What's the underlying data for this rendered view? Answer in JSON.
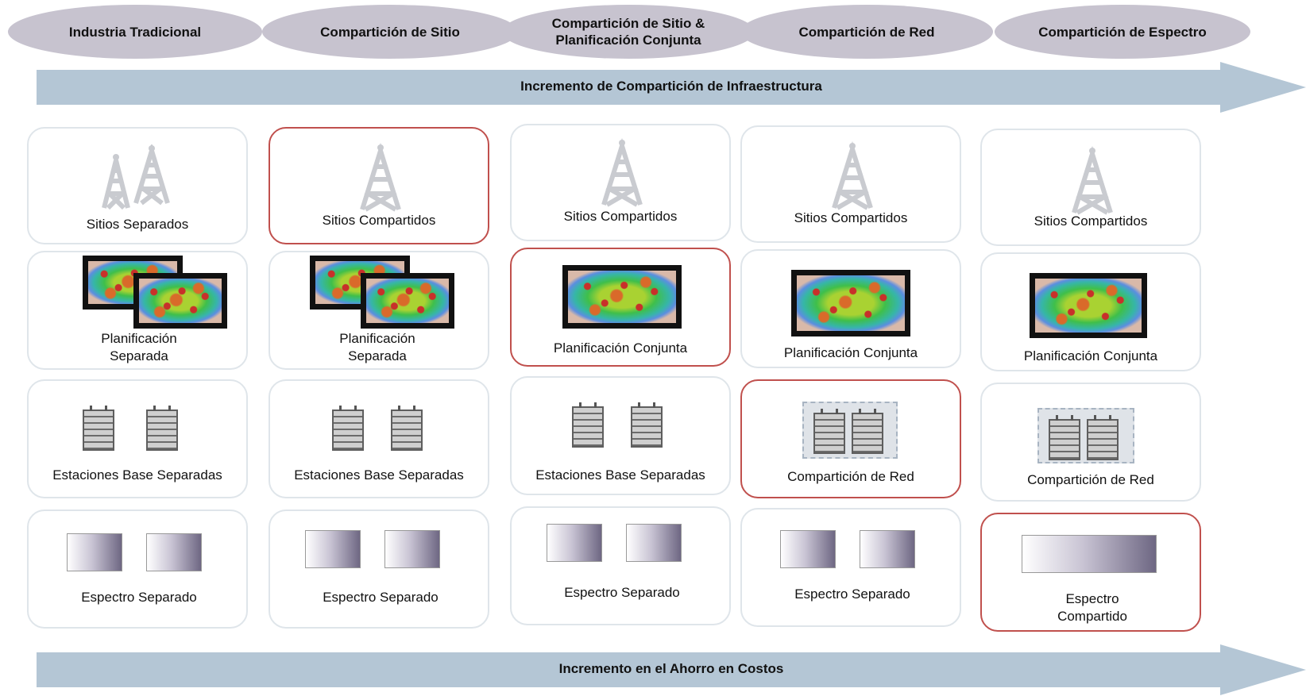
{
  "columns": [
    {
      "header": "Industria Tradicional",
      "sites": "Sitios Separados",
      "planning": "Planificación Separada",
      "stations": "Estaciones Base Separadas",
      "spectrum": "Espectro Separado"
    },
    {
      "header": "Compartición de Sitio",
      "sites": "Sitios Compartidos",
      "planning": "Planificación Separada",
      "stations": "Estaciones Base Separadas",
      "spectrum": "Espectro Separado"
    },
    {
      "header": "Compartición de Sitio & Planificación Conjunta",
      "sites": "Sitios Compartidos",
      "planning": "Planificación Conjunta",
      "stations": "Estaciones Base Separadas",
      "spectrum": "Espectro Separado"
    },
    {
      "header": "Compartición de Red",
      "sites": "Sitios Compartidos",
      "planning": "Planificación Conjunta",
      "stations": "Compartición de Red",
      "spectrum": "Espectro Separado"
    },
    {
      "header": "Compartición de Espectro",
      "sites": "Sitios Compartidos",
      "planning": "Planificación Conjunta",
      "stations": "Compartición de Red",
      "spectrum": "Espectro Compartido"
    }
  ],
  "arrows": {
    "top": "Incremento de Compartición de Infraestructura",
    "bottom": "Incremento en el Ahorro en Costos"
  },
  "colors": {
    "header_ellipse": "#c7c3cf",
    "arrow": "#b4c6d5",
    "highlight_border": "#c0504d",
    "card_border": "#dfe5ea"
  },
  "icons": [
    "tower-icon",
    "coverage-map-icon",
    "base-station-icon",
    "spectrum-block-icon"
  ]
}
